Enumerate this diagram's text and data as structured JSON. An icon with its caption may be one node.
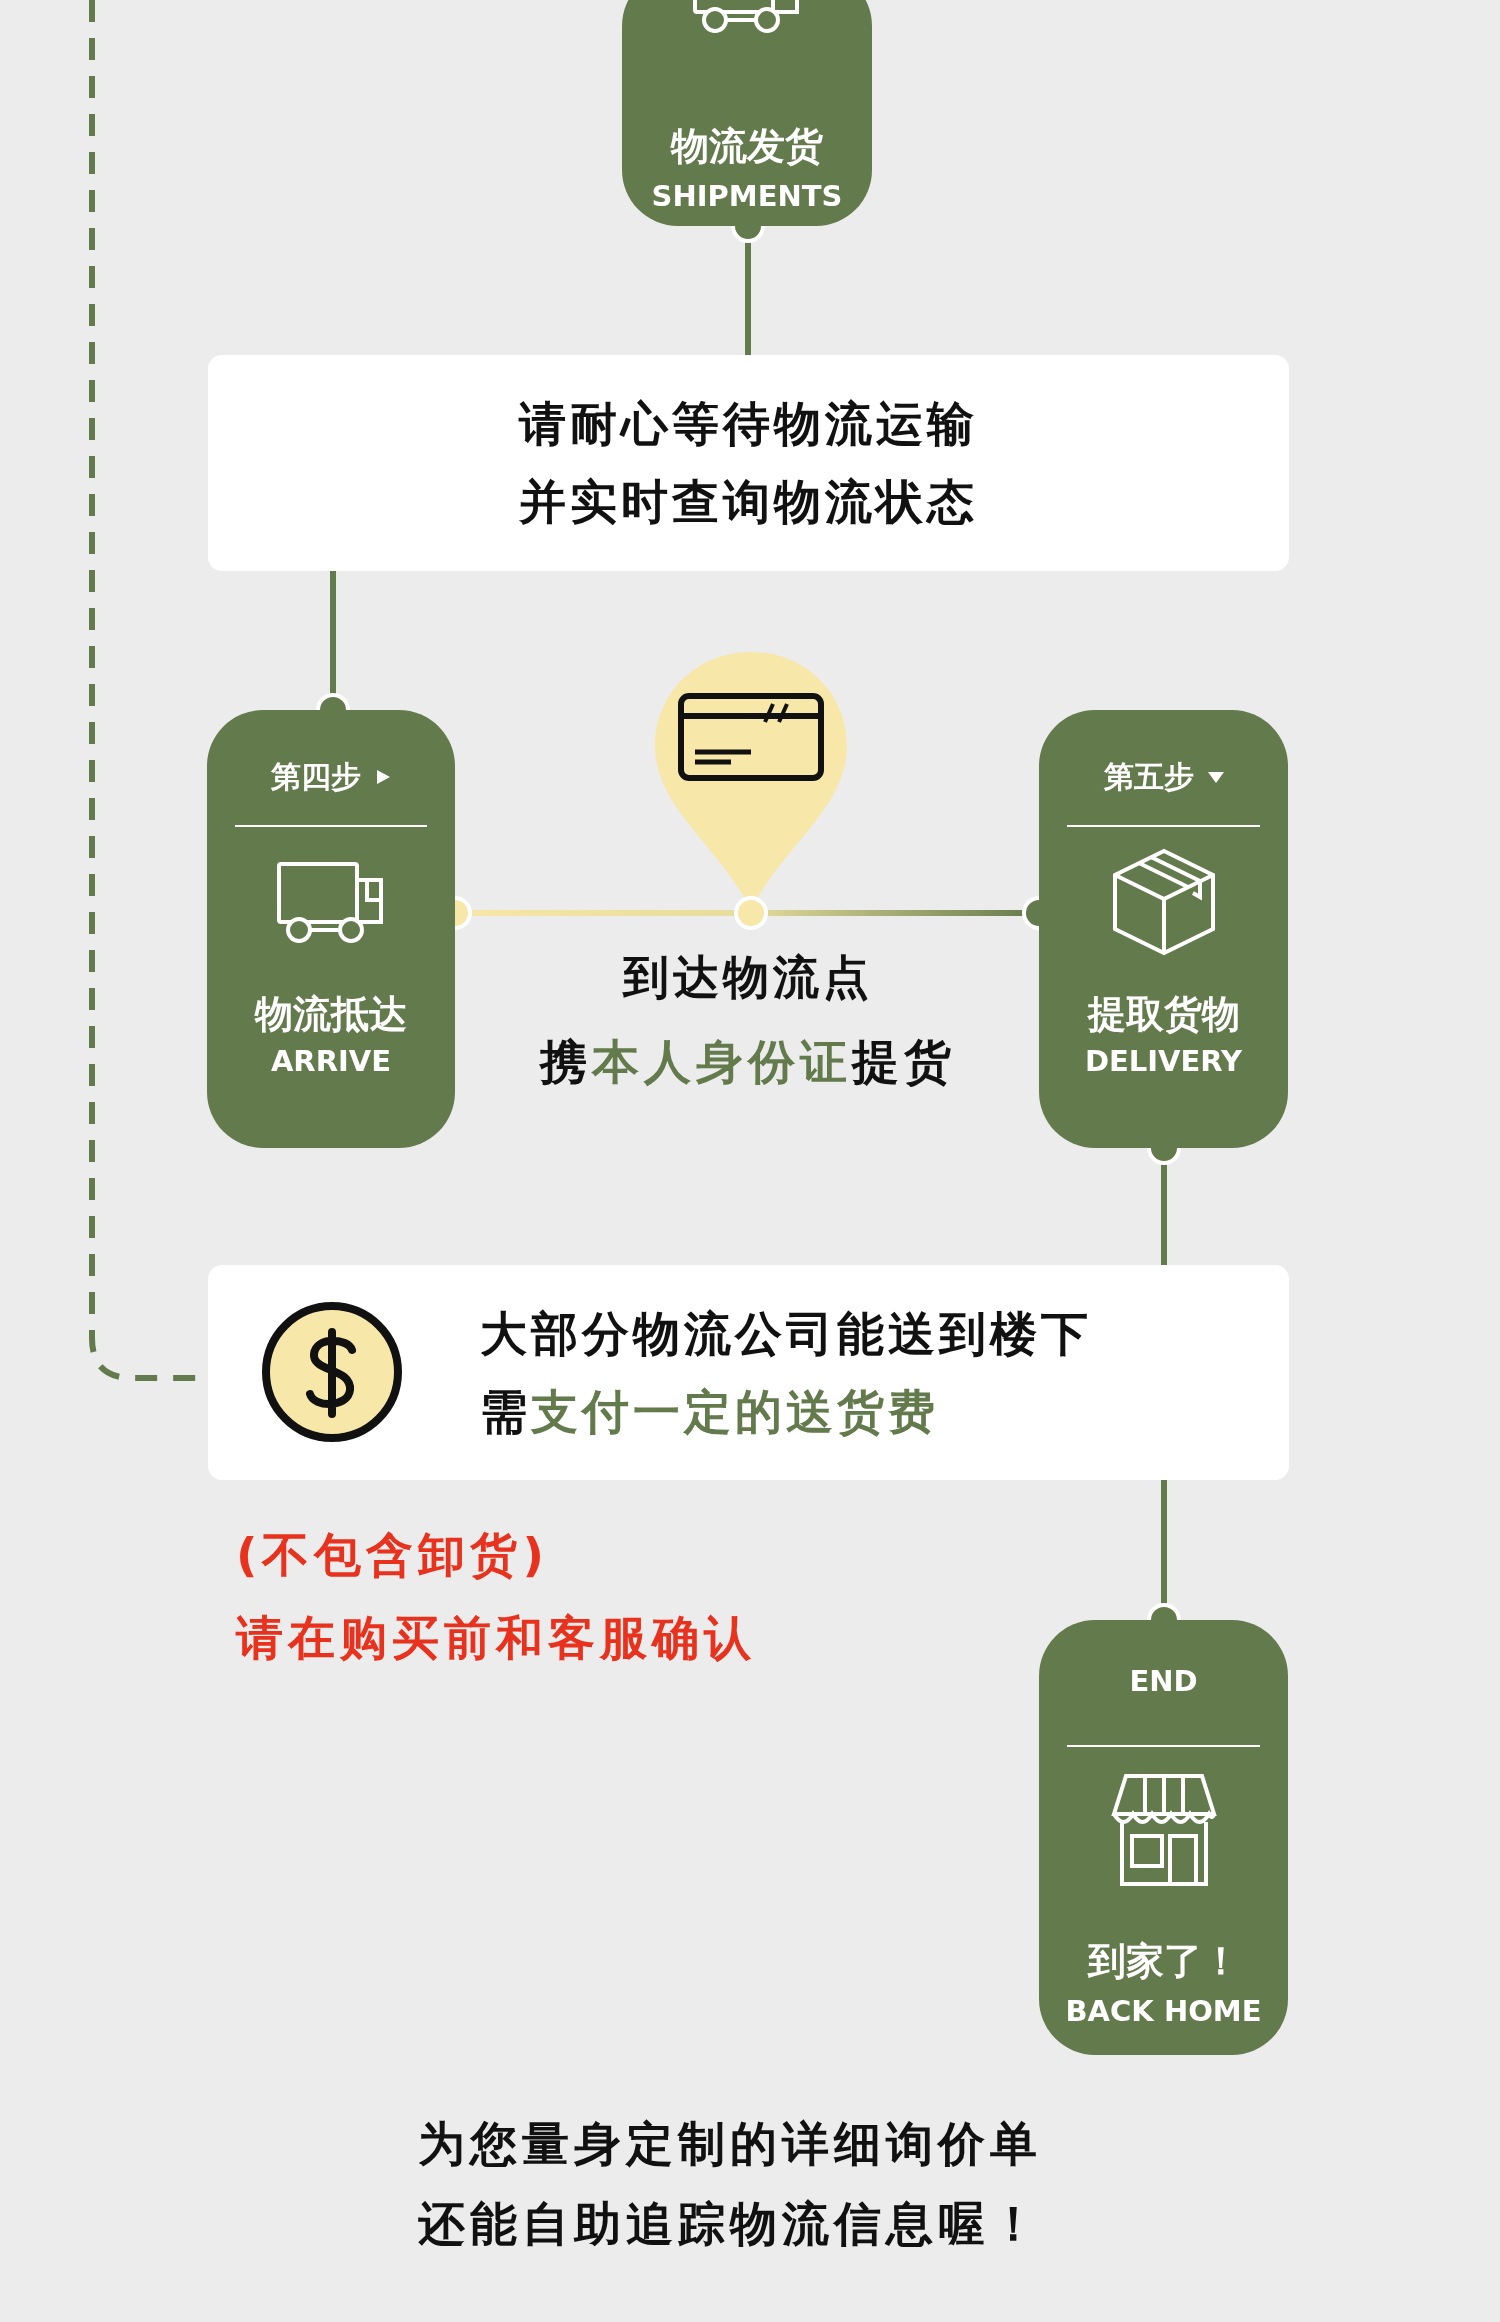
{
  "diagram": {
    "nodes": [
      {
        "text": [
          "物流发货",
          "SHIPMENTS"
        ]
      },
      {
        "text": [
          "请耐心等待物流运输并实时查询物流状态"
        ]
      },
      {
        "text": [
          "第四步",
          "物流抵达",
          "ARRIVE"
        ]
      },
      {
        "text": [
          "第五步",
          "提取货物",
          "DELIVERY"
        ]
      },
      {
        "text": [
          "大部分物流公司能送到楼下需**支付一定的送货费**"
        ]
      },
      {
        "text": [
          "END",
          "到家了！",
          "BACK HOME"
        ]
      }
    ],
    "edges": [
      {
        "from": 0,
        "to": 1,
        "arrow": "other"
      },
      {
        "from": 1,
        "to": 2,
        "arrow": "other"
      },
      {
        "from": 2,
        "to": 3,
        "arrow": "other",
        "label": "到达物流点"
      },
      {
        "from": 3,
        "to": 4,
        "arrow": "other"
      },
      {
        "from": 4,
        "to": 5,
        "arrow": "other"
      },
      {
        "from": null,
        "to": 4,
        "arrow": "none",
        "style": "dashed"
      }
    ],
    "labels": [
      "携**本人身份证**提货",
      "(不包含卸货)",
      "请在购买前和客服确认",
      "为您量身定制的详细询价单还能自助追踪物流信息喔！"
    ]
  }
}
